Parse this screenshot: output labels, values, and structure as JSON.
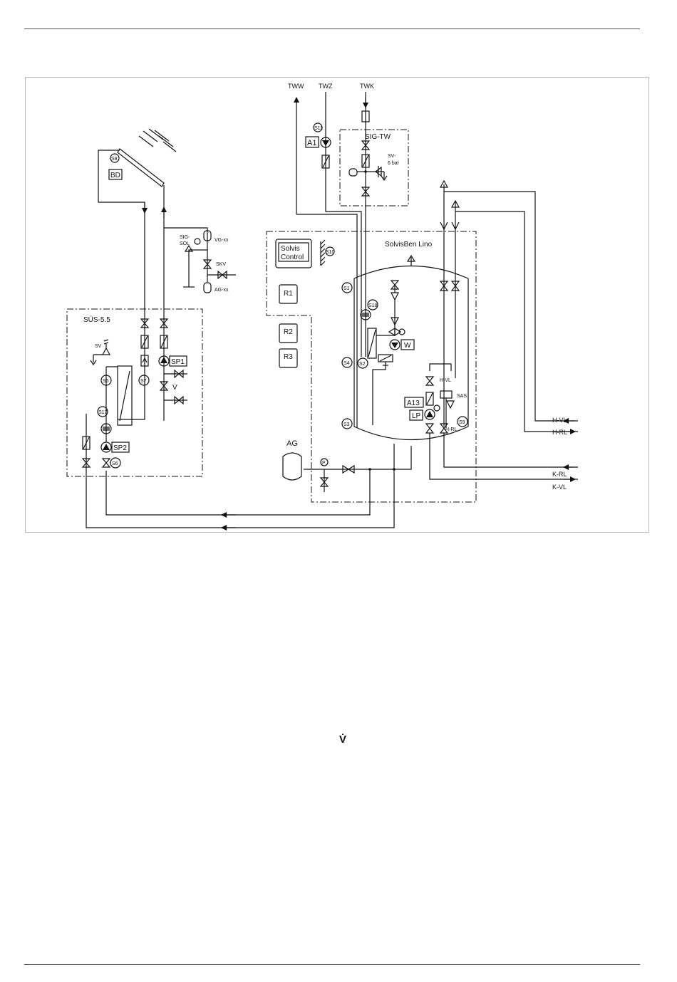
{
  "labels": {
    "tww": "TWW",
    "twz": "TWZ",
    "twk": "TWK",
    "sig_tw": "SIG-TW",
    "sv_6bar_1": "SV-",
    "sv_6bar_2": "6 bar",
    "a1": "A1",
    "s11": "S11",
    "s8": "S8",
    "bd": "BD",
    "sig_sol_1": "SIG-",
    "sig_sol_2": "SOL",
    "vg": "VG-xx",
    "skv": "SKV",
    "ag_xx": "AG-xx",
    "solvis_control_1": "Solvis",
    "solvis_control_2": "Control",
    "s10": "S10",
    "solvisben": "SolvisBen Lino",
    "r1": "R1",
    "r2": "R2",
    "r3": "R3",
    "s1": "S1",
    "s4": "S4",
    "s3": "S3",
    "s18": "S18",
    "s2": "S2",
    "w": "W",
    "h_vl_inner": "H-VL",
    "sas": "SAS",
    "a13": "A13",
    "lp": "LP",
    "s9": "S9",
    "h_rl_inner": "H-RL",
    "h_vl": "H-VL",
    "h_rl": "H-RL",
    "k_rl": "K-RL",
    "k_vl": "K-VL",
    "ag": "AG",
    "p": "P",
    "sus": "SÜS-5.5",
    "sv": "SV",
    "s5": "S5",
    "s7": "S7",
    "sp1": "SP1",
    "vdot_small": "V̇",
    "s17": "S17",
    "sp2": "SP2",
    "s6": "S6"
  },
  "footnote_symbol": "V̇"
}
